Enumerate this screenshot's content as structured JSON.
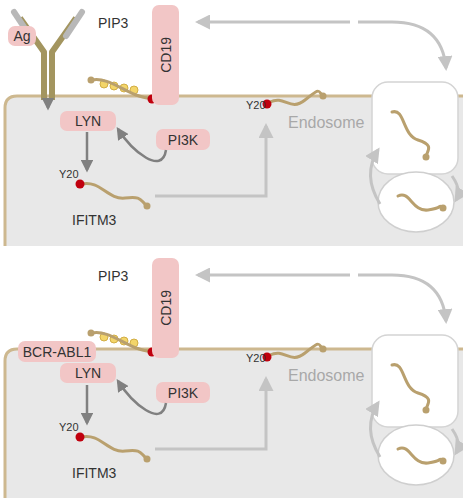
{
  "diagram": {
    "nodes": [
      {
        "text": [
          "Ag"
        ]
      },
      {
        "text": [
          "CD19"
        ]
      },
      {
        "text": [
          "LYN"
        ]
      },
      {
        "text": [
          "PI3K"
        ]
      },
      {
        "text": [
          "CD19"
        ]
      },
      {
        "text": [
          "BCR-ABL1"
        ]
      },
      {
        "text": [
          "LYN"
        ]
      },
      {
        "text": [
          "PI3K"
        ]
      }
    ],
    "edges": [
      {
        "from": 3,
        "to": 2,
        "arrow": "to"
      },
      {
        "from": 7,
        "to": 6,
        "arrow": "to"
      }
    ],
    "labels": [
      "PIP3",
      "Y20",
      "Endosome",
      "Y20",
      "IFITM3",
      "PIP3",
      "Y20",
      "Endosome",
      "Y20",
      "IFITM3"
    ]
  }
}
